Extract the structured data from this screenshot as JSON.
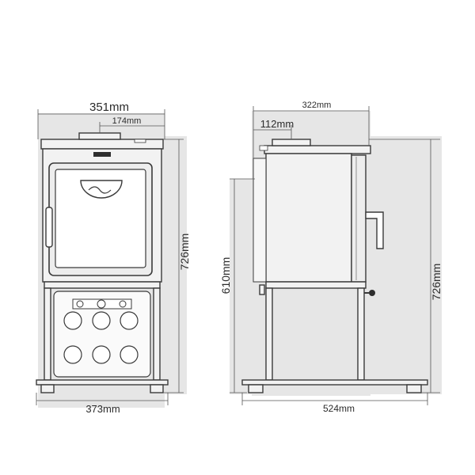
{
  "front_view": {
    "width_top": "351mm",
    "flue_offset": "174mm",
    "height": "726mm",
    "width_base": "373mm"
  },
  "side_view": {
    "depth_top": "322mm",
    "flue_offset": "112mm",
    "flue_height": "610mm",
    "height": "726mm",
    "depth_base": "524mm"
  },
  "colors": {
    "line": "#3a3a3a",
    "shade": "#e6e6e6",
    "body": "#f2f2f2"
  }
}
